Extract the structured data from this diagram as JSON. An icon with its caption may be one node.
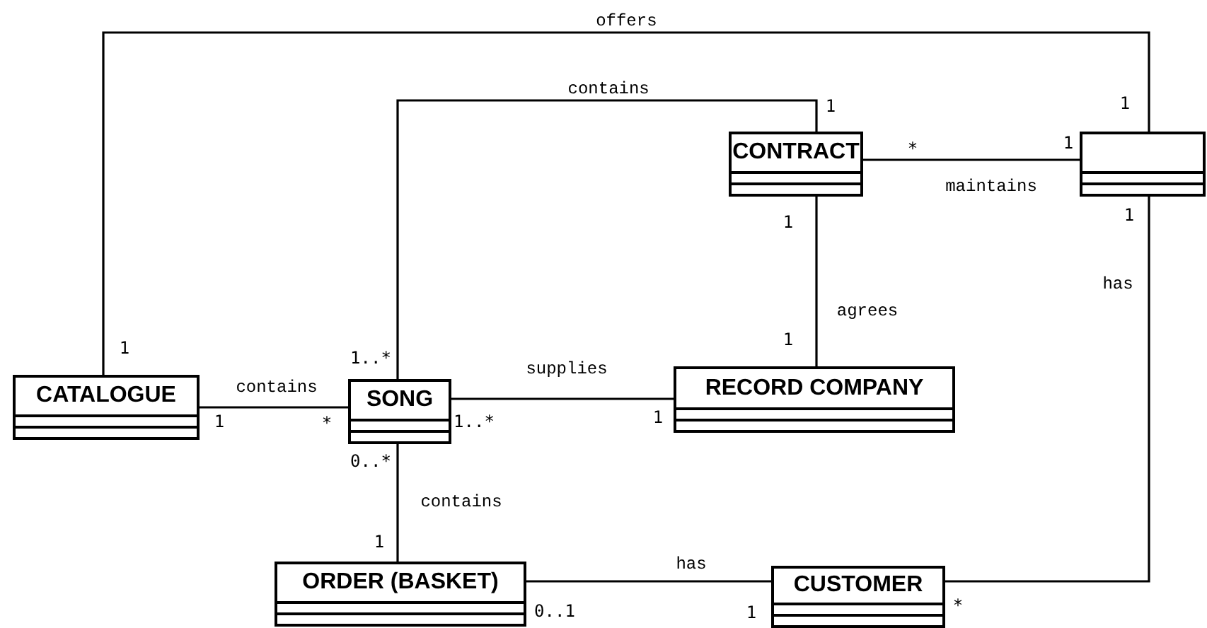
{
  "diagram": {
    "nodes": [
      {
        "text": [
          "CONTRACT"
        ]
      },
      {
        "text": [],
        "shape": "box"
      },
      {
        "text": [
          "CATALOGUE"
        ]
      },
      {
        "text": [
          "SONG"
        ]
      },
      {
        "text": [
          "RECORD COMPANY"
        ]
      },
      {
        "text": [
          "ORDER (BASKET)"
        ]
      },
      {
        "text": [
          "CUSTOMER"
        ]
      }
    ],
    "edges": [
      {
        "from": 2,
        "to": 1,
        "arrow": "none",
        "label": "offers"
      },
      {
        "from": 3,
        "to": 0,
        "arrow": "none",
        "label": "contains"
      },
      {
        "from": 0,
        "to": 1,
        "arrow": "none",
        "label": "maintains"
      },
      {
        "from": 0,
        "to": 4,
        "arrow": "none",
        "label": "agrees"
      },
      {
        "from": 2,
        "to": 3,
        "arrow": "none",
        "label": "contains"
      },
      {
        "from": 3,
        "to": 4,
        "arrow": "none",
        "label": "supplies"
      },
      {
        "from": 3,
        "to": 5,
        "arrow": "none",
        "label": "contains"
      },
      {
        "from": 5,
        "to": 6,
        "arrow": "none",
        "label": "has"
      },
      {
        "from": 1,
        "to": 6,
        "arrow": "none",
        "label": "has"
      }
    ],
    "labels": [
      "1",
      "1",
      "*",
      "1",
      "1",
      "1",
      "1",
      "1..*",
      "1",
      "1",
      "*",
      "1..*",
      "1",
      "0..*",
      "1",
      "0..1",
      "1",
      "*"
    ]
  }
}
